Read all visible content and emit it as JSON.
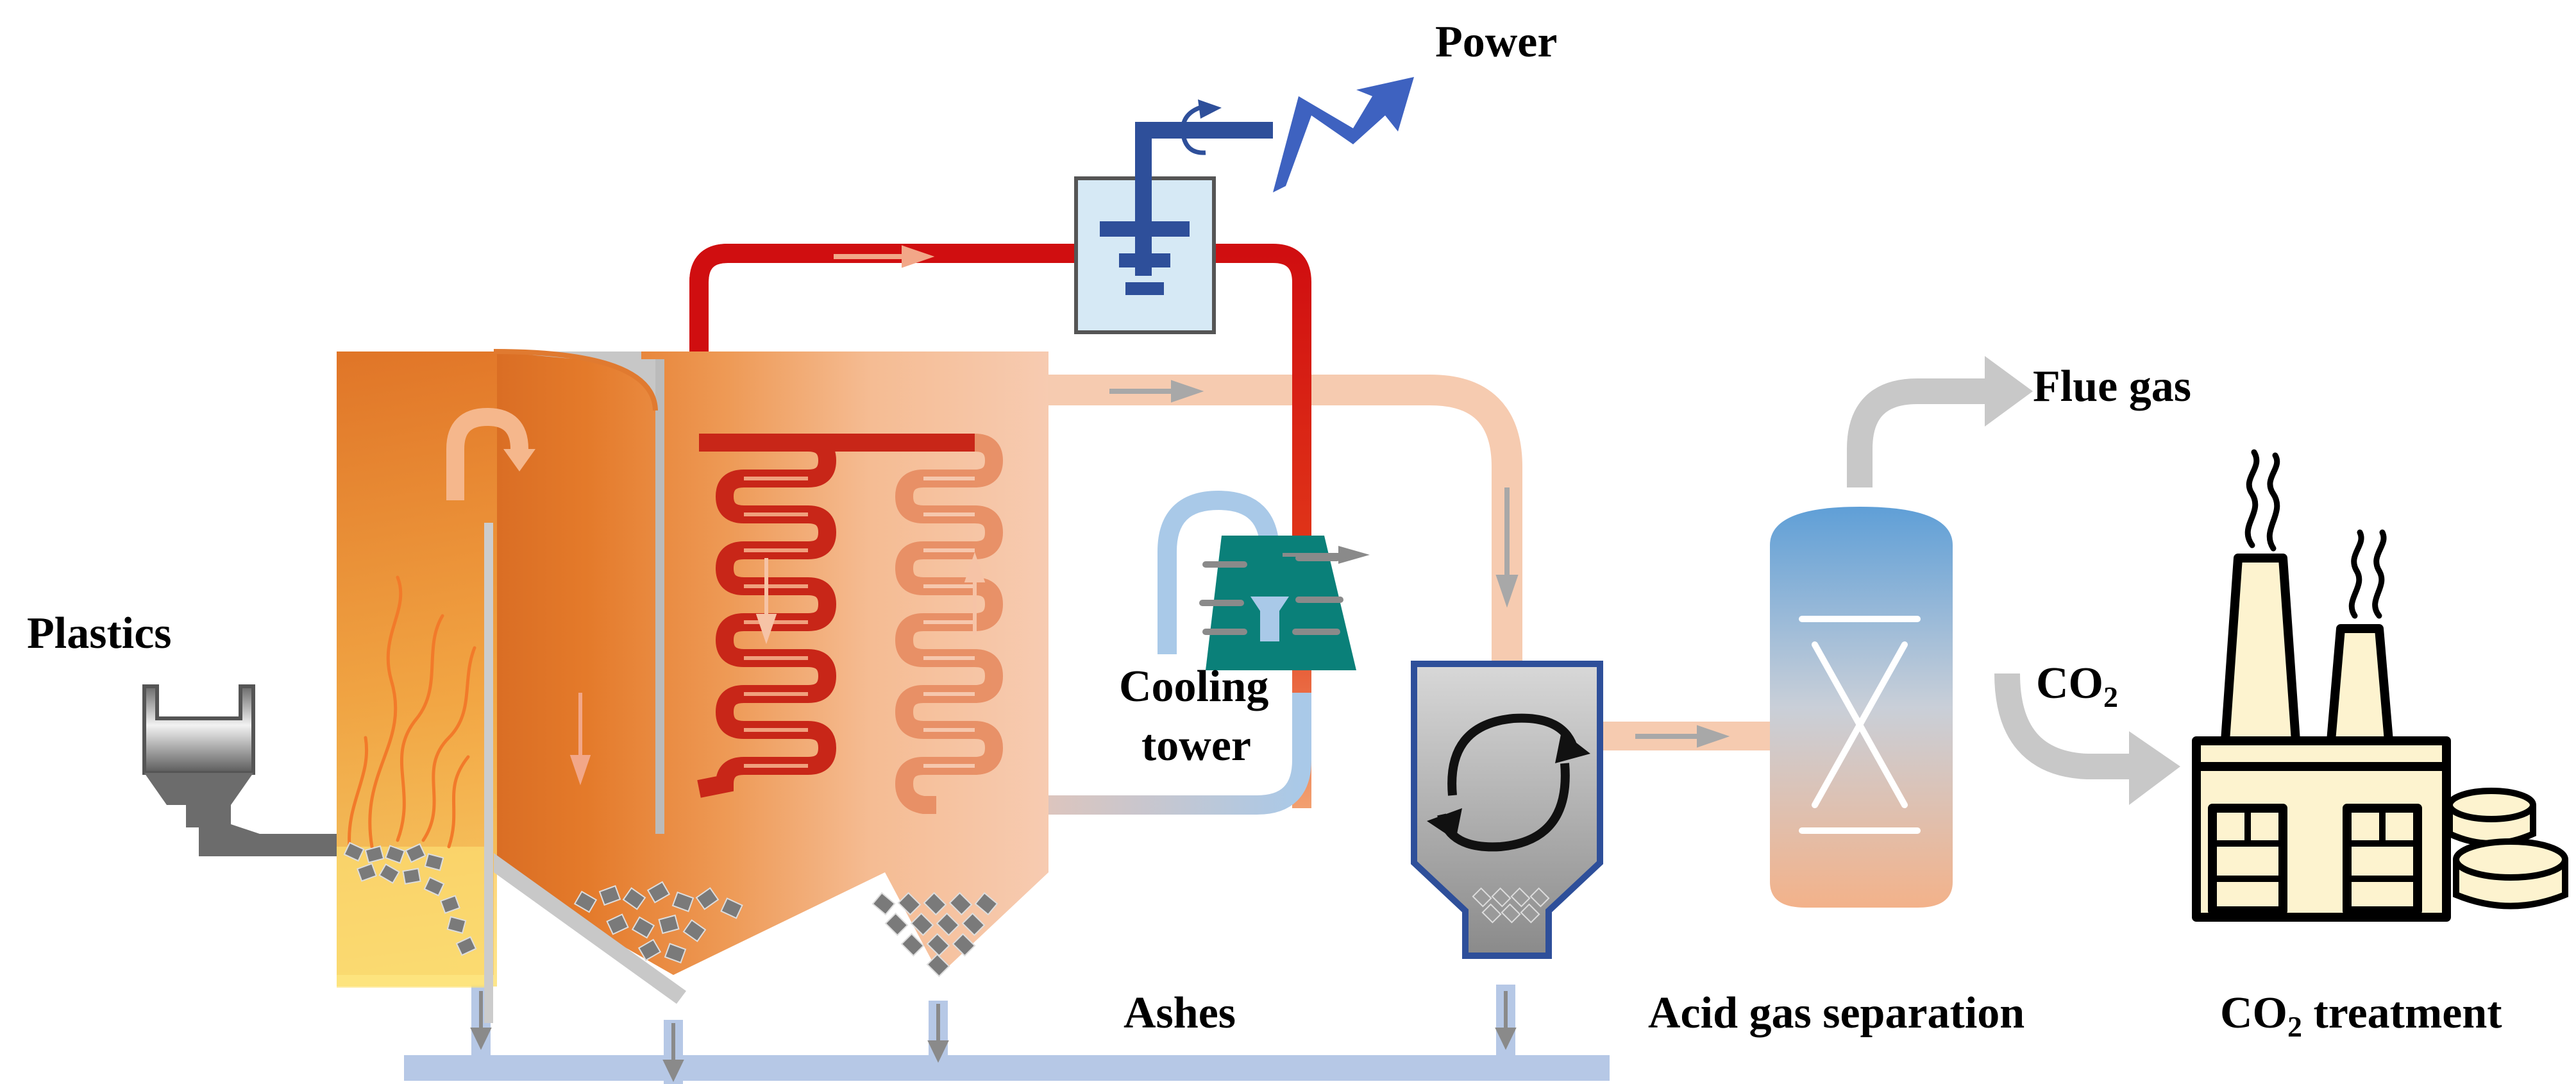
{
  "labels": {
    "power": "Power",
    "plastics": "Plastics",
    "cooling_tower_line1": "Cooling",
    "cooling_tower_line2": "tower",
    "flue_gas": "Flue gas",
    "co2_main": "CO",
    "co2_sub": "2",
    "ashes": "Ashes",
    "acid_gas_separation": "Acid gas separation",
    "co2_treatment_main": "CO",
    "co2_treatment_sub": "2",
    "co2_treatment_rest": " treatment"
  },
  "colors": {
    "furnace_dark": "#c8581a",
    "furnace_mid": "#e98a3a",
    "furnace_light": "#f6c9ad",
    "flame_yellow": "#fde277",
    "steam_red": "#d00e10",
    "coil_red": "#c82618",
    "coil_light": "#f2a788",
    "flue_duct": "#f6cbb0",
    "cooling_blue": "#a9c9e8",
    "cooling_teal": "#0a8079",
    "turbine_blue": "#2e4f9a",
    "turbine_box": "#d6e9f5",
    "cyclone_border": "#2e4f9a",
    "ash_gray": "#7a7a7a",
    "ash_rail": "#b6c8e6",
    "column_top": "#5f9fd7",
    "column_bottom": "#f3b28a",
    "gray_arrow": "#c8c8c8",
    "factory_fill": "#fdf3cf",
    "factory_stroke": "#000000"
  }
}
